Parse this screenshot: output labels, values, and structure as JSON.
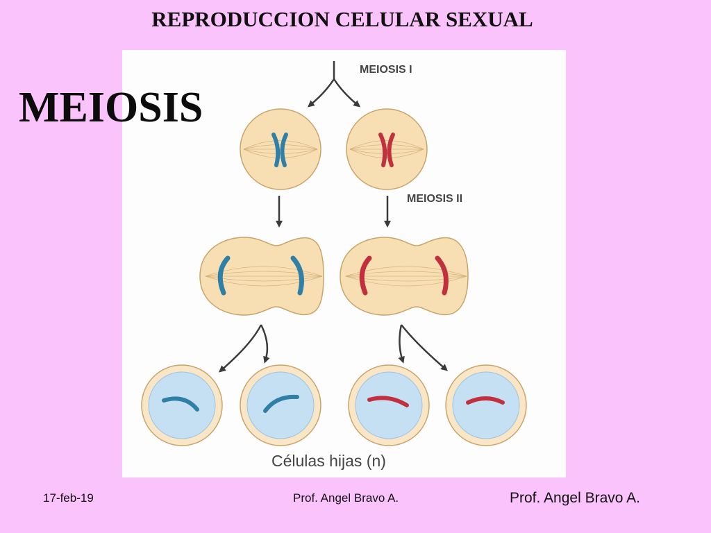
{
  "slide": {
    "title": "REPRODUCCION CELULAR SEXUAL",
    "heading": "MEIOSIS"
  },
  "diagram": {
    "label_meiosis_1": "MEIOSIS I",
    "label_meiosis_2": "MEIOSIS II",
    "label_daughter_cells": "Células hijas (n)",
    "colors": {
      "cell_fill": "#f7dfb3",
      "cell_stroke": "#c9a46a",
      "daughter_outer": "#f8e6c6",
      "nucleus_fill": "#c5dff3",
      "chromosome_blue": "#2f7fa6",
      "chromosome_red": "#c2303e",
      "arrow": "#3a3a3a",
      "label_text": "#444444"
    }
  },
  "footer": {
    "date": "17-feb-19",
    "center_author": "Prof.  Angel Bravo A.",
    "right_author": "Prof. Angel Bravo A."
  }
}
